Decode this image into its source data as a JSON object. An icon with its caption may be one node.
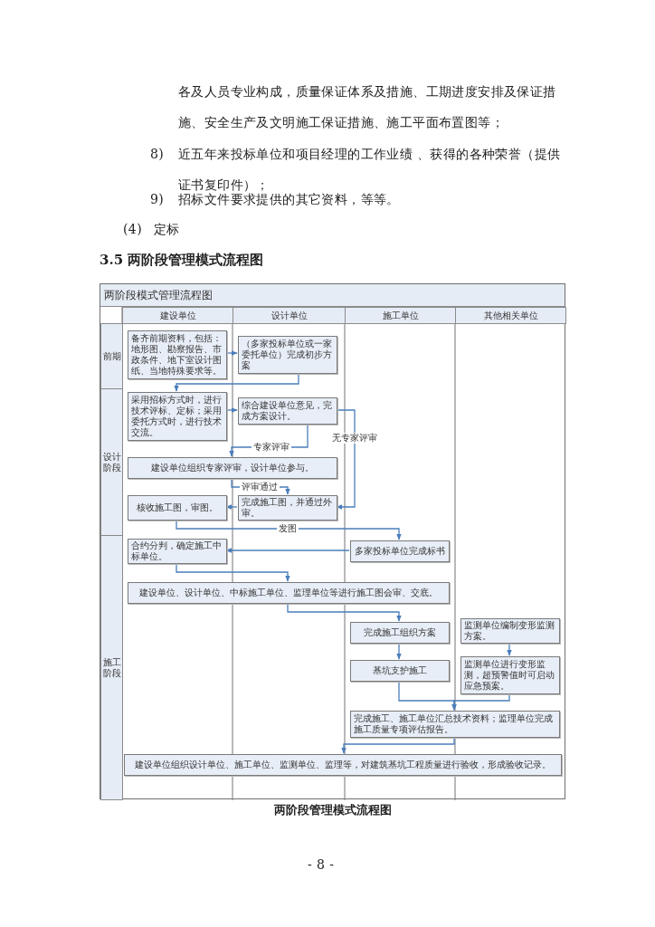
{
  "diagram": {
    "title": "3.5 两阶段管理模式流程图",
    "caption": "两阶段管理模式流程图",
    "nodes": [
      {
        "text": [
          "两阶段模式管理流程图"
        ]
      },
      {
        "text": [
          "建设单位"
        ],
        "in": 0
      },
      {
        "text": [
          "设计单位"
        ],
        "in": 0
      },
      {
        "text": [
          "施工单位"
        ],
        "in": 0
      },
      {
        "text": [
          "其他相关单位"
        ],
        "in": 0
      },
      {
        "text": [
          "前期"
        ],
        "in": 0
      },
      {
        "text": [
          "设计阶段"
        ],
        "in": 0
      },
      {
        "text": [
          "施工阶段"
        ],
        "in": 0
      },
      {
        "text": [
          "备齐前期资料，包括：地形图、勘察报告、市政条件、地下室设计图纸、当地特殊要求等。"
        ],
        "in": 0
      },
      {
        "text": [
          "（多家投标单位或一家委托单位）完成初步方案"
        ],
        "in": 0
      },
      {
        "text": [
          "采用招标方式时，进行技术评标、定标；采用委托方式时，进行技术交流。"
        ],
        "in": 0
      },
      {
        "text": [
          "综合建设单位意见，完成方案设计。"
        ],
        "in": 0
      },
      {
        "text": [
          "建设单位组织专家评审，设计单位参与。"
        ],
        "in": 0
      },
      {
        "text": [
          "核收施工图，审图。"
        ],
        "in": 0
      },
      {
        "text": [
          "完成施工图，并通过外审。"
        ],
        "in": 0
      },
      {
        "text": [
          "多家投标单位完成标书"
        ],
        "in": 0
      },
      {
        "text": [
          "合约分判，确定施工中标单位。"
        ],
        "in": 0
      },
      {
        "text": [
          "建设单位、设计单位、中标施工单位、监理单位等进行施工图会审、交底。"
        ],
        "in": 0
      },
      {
        "text": [
          "完成施工组织方案"
        ],
        "in": 0
      },
      {
        "text": [
          "监测单位编制变形监测方案。"
        ],
        "in": 0
      },
      {
        "text": [
          "基坑支护施工"
        ],
        "in": 0
      },
      {
        "text": [
          "监测单位进行变形监测，超预警值时可启动应急预案。"
        ],
        "in": 0
      },
      {
        "text": [
          "完成施工、施工单位汇总技术资料；监理单位完成施工质量专项评估报告。"
        ],
        "in": 0
      },
      {
        "text": [
          "建设单位组织设计单位、施工单位、监测单位、监理等，对建筑基坑工程质量进行验收，形成验收记录。"
        ],
        "in": 0
      }
    ],
    "edges": [
      {
        "from": 8,
        "to": 9,
        "arrow": "to"
      },
      {
        "from": 9,
        "to": 10,
        "arrow": "to"
      },
      {
        "from": 10,
        "to": 11,
        "arrow": "to"
      },
      {
        "from": 11,
        "to": 12,
        "arrow": "to",
        "label": "专家评审"
      },
      {
        "from": 11,
        "to": 14,
        "arrow": "to",
        "label": "无专家评审"
      },
      {
        "from": 12,
        "to": 14,
        "arrow": "to",
        "label": "评审通过"
      },
      {
        "from": 14,
        "to": 13,
        "arrow": "to"
      },
      {
        "from": 13,
        "to": 15,
        "arrow": "to",
        "label": "发图"
      },
      {
        "from": 15,
        "to": 16,
        "arrow": "to"
      },
      {
        "from": 16,
        "to": 17,
        "arrow": "to"
      },
      {
        "from": 17,
        "to": 18,
        "arrow": "to"
      },
      {
        "from": 18,
        "to": 20,
        "arrow": "to"
      },
      {
        "from": 19,
        "to": 21,
        "arrow": "to"
      },
      {
        "from": 20,
        "to": 22,
        "arrow": "to"
      },
      {
        "from": 21,
        "to": 22,
        "arrow": "to"
      },
      {
        "from": 22,
        "to": 23,
        "arrow": "to"
      }
    ],
    "labels": [
      "各及人员专业构成，质量保证体系及措施、工期进度安排及保证措施、安全生产及文明施工保证措施、施工平面布置图等；",
      "8)",
      "近五年来投标单位和项目经理的工作业绩 、获得的各种荣誉（提供证书复印件）；",
      "9)",
      "招标文件要求提供的其它资料，等等。",
      "(4)",
      "定标",
      "- 8 -"
    ]
  }
}
